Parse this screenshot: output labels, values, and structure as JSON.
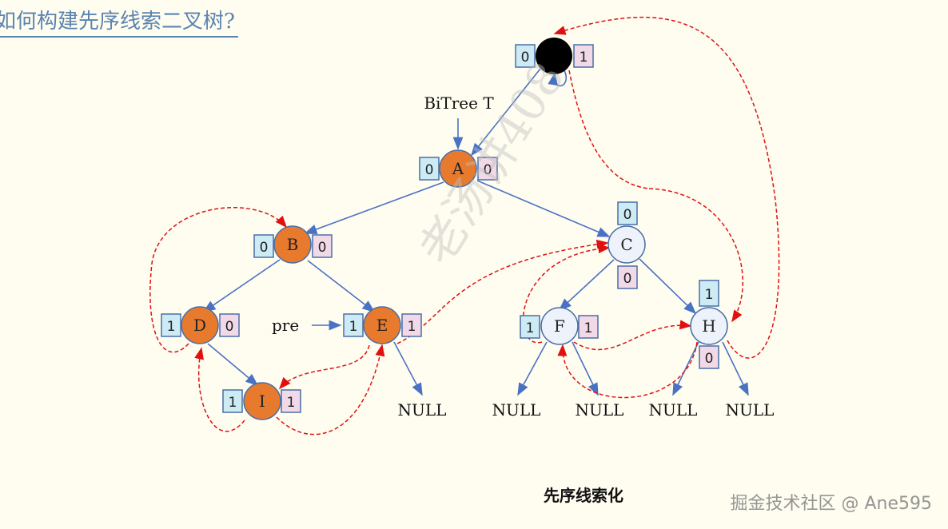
{
  "title": "如何构建先序线索二叉树?",
  "caption": "先序线索化",
  "credit": "掘金技术社区 @ Ane595",
  "watermark": "老汤讲408",
  "pointer_labels": {
    "root": "BiTree T",
    "pre": "pre"
  },
  "null_label": "NULL",
  "colors": {
    "visited_node": "#E87A2E",
    "plain_node": "#EEF2FA",
    "head_node": "#000000",
    "edge": "#4A72C4",
    "thread": "#E01010"
  },
  "nodes": {
    "head": {
      "label": "",
      "ltag": "0",
      "rtag": "1"
    },
    "A": {
      "label": "A",
      "ltag": "0",
      "rtag": "0"
    },
    "B": {
      "label": "B",
      "ltag": "0",
      "rtag": "0"
    },
    "C": {
      "label": "C",
      "ltag": "0",
      "rtag": "0"
    },
    "D": {
      "label": "D",
      "ltag": "1",
      "rtag": "0"
    },
    "E": {
      "label": "E",
      "ltag": "1",
      "rtag": "1"
    },
    "F": {
      "label": "F",
      "ltag": "1",
      "rtag": "1"
    },
    "H": {
      "label": "H",
      "ltag": "1",
      "rtag": "0"
    },
    "I": {
      "label": "I",
      "ltag": "1",
      "rtag": "1"
    }
  }
}
